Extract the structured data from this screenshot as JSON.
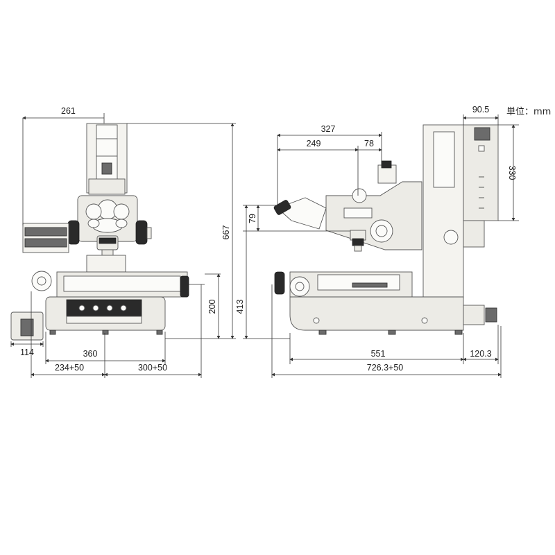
{
  "unit_label": "単位：mm",
  "dimensions": {
    "front_width_top": "261",
    "front_height_total": "667",
    "front_stage_height": "200",
    "front_controller_width": "114",
    "front_base_width": "360",
    "front_left_travel": "234+50",
    "front_right_travel": "300+50",
    "side_eyepiece_reach": "327",
    "side_head_reach": "249",
    "side_offset": "78",
    "side_eyepiece_height": "79",
    "side_power_box_width": "90.5",
    "side_power_box_height": "330",
    "side_table_height": "413",
    "side_base_depth": "551",
    "side_rear_extension": "120.3",
    "side_total_depth": "726.3+50"
  }
}
